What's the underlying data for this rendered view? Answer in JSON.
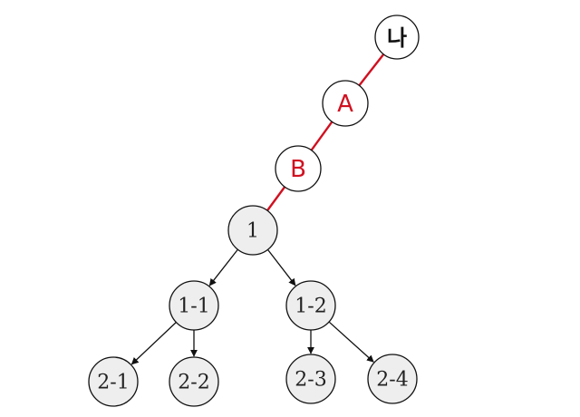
{
  "diagram": {
    "colors": {
      "red": "#d01020",
      "black": "#111111",
      "gray_fill": "#eeeeee",
      "white": "#ffffff"
    },
    "nodes": [
      {
        "id": "na",
        "label": "나",
        "style": "root"
      },
      {
        "id": "a",
        "label": "A",
        "style": "red"
      },
      {
        "id": "b",
        "label": "B",
        "style": "red"
      },
      {
        "id": "n1",
        "label": "1",
        "style": "gray"
      },
      {
        "id": "n1_1",
        "label": "1-1",
        "style": "gray"
      },
      {
        "id": "n1_2",
        "label": "1-2",
        "style": "gray"
      },
      {
        "id": "n2_1",
        "label": "2-1",
        "style": "gray"
      },
      {
        "id": "n2_2",
        "label": "2-2",
        "style": "gray"
      },
      {
        "id": "n2_3",
        "label": "2-3",
        "style": "gray"
      },
      {
        "id": "n2_4",
        "label": "2-4",
        "style": "gray"
      }
    ],
    "edges": [
      {
        "from": "na",
        "to": "a",
        "kind": "red-line"
      },
      {
        "from": "a",
        "to": "b",
        "kind": "red-line"
      },
      {
        "from": "b",
        "to": "n1",
        "kind": "red-line"
      },
      {
        "from": "n1",
        "to": "n1_1",
        "kind": "arrow"
      },
      {
        "from": "n1",
        "to": "n1_2",
        "kind": "arrow"
      },
      {
        "from": "n1_1",
        "to": "n2_1",
        "kind": "arrow"
      },
      {
        "from": "n1_1",
        "to": "n2_2",
        "kind": "arrow"
      },
      {
        "from": "n1_2",
        "to": "n2_3",
        "kind": "arrow"
      },
      {
        "from": "n1_2",
        "to": "n2_4",
        "kind": "arrow"
      }
    ]
  }
}
